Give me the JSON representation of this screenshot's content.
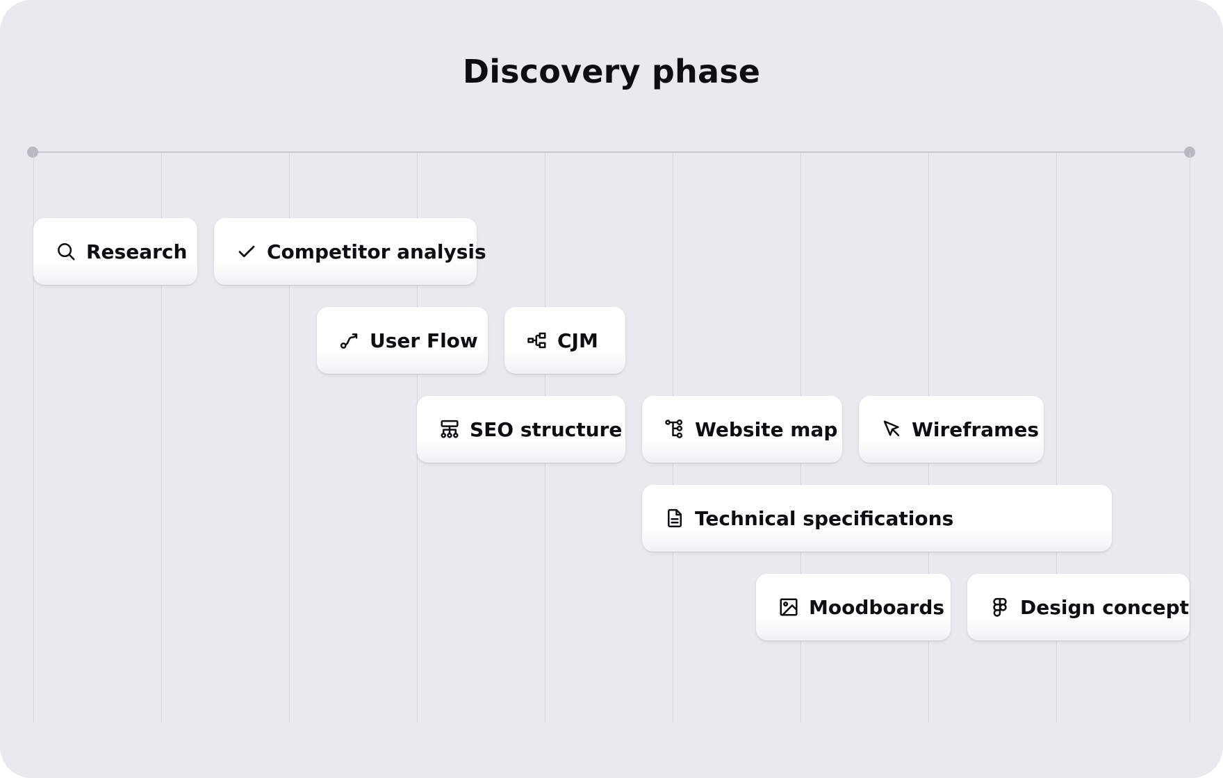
{
  "title": "Discovery phase",
  "timeline": {
    "columns": 9,
    "tasks": [
      {
        "id": "research",
        "label": "Research",
        "icon": "search-icon"
      },
      {
        "id": "competitor-analysis",
        "label": "Competitor analysis",
        "icon": "check-icon"
      },
      {
        "id": "user-flow",
        "label": "User Flow",
        "icon": "route-icon"
      },
      {
        "id": "cjm",
        "label": "CJM",
        "icon": "hierarchy-icon"
      },
      {
        "id": "seo-structure",
        "label": "SEO structure",
        "icon": "sitemap-icon"
      },
      {
        "id": "website-map",
        "label": "Website map",
        "icon": "tree-icon"
      },
      {
        "id": "wireframes",
        "label": "Wireframes",
        "icon": "cursor-icon"
      },
      {
        "id": "technical-specifications",
        "label": "Technical specifications",
        "icon": "document-icon"
      },
      {
        "id": "moodboards",
        "label": "Moodboards",
        "icon": "image-icon"
      },
      {
        "id": "design-concept",
        "label": "Design concept",
        "icon": "figma-icon"
      }
    ]
  },
  "colors": {
    "background": "#e8eaef",
    "card": "#ffffff",
    "text": "#0e0e12",
    "axis": "#c4c7cd",
    "grid": "#d3d6dc"
  }
}
